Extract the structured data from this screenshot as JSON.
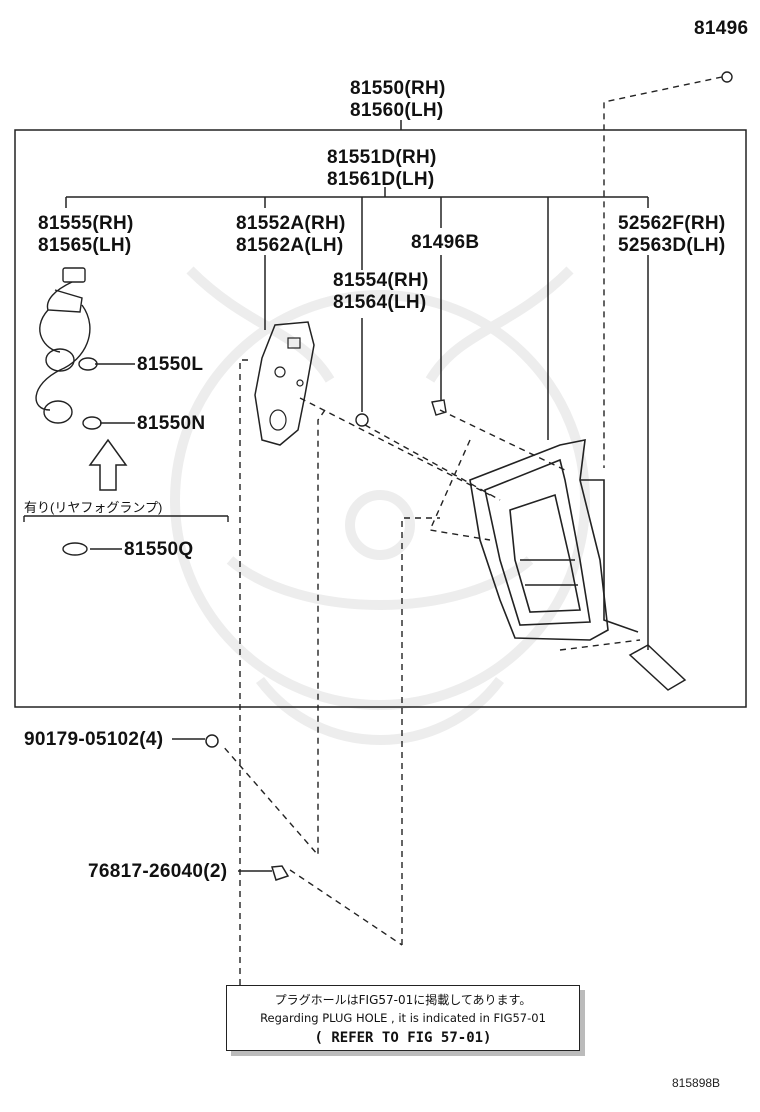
{
  "diagram": {
    "part_labels": {
      "p81496": "81496",
      "assy_rh": "81550(RH)",
      "assy_lh": "81560(LH)",
      "lens_rh": "81551D(RH)",
      "lens_lh": "81561D(LH)",
      "socket_rh": "81555(RH)",
      "socket_lh": "81565(LH)",
      "gasket_rh": "81552A(RH)",
      "gasket_lh": "81562A(LH)",
      "p81496b": "81496B",
      "bulb_l": "81550L",
      "bulb_n": "81550N",
      "bulb_q": "81550Q",
      "clip_rh": "81554(RH)",
      "clip_lh": "81564(LH)",
      "cover_rh": "52562F(RH)",
      "cover_lh": "52563D(LH)",
      "nut": "90179-05102(4)",
      "screw": "76817-26040(2)"
    },
    "option_caption": "有り(リヤフォグランプ)",
    "note": {
      "jp": "プラグホールはFIG57-01に掲載してあります。",
      "en": "Regarding PLUG HOLE , it is indicated in FIG57-01",
      "ref": "( REFER TO FIG 57-01)"
    },
    "page_code": "815898B"
  }
}
